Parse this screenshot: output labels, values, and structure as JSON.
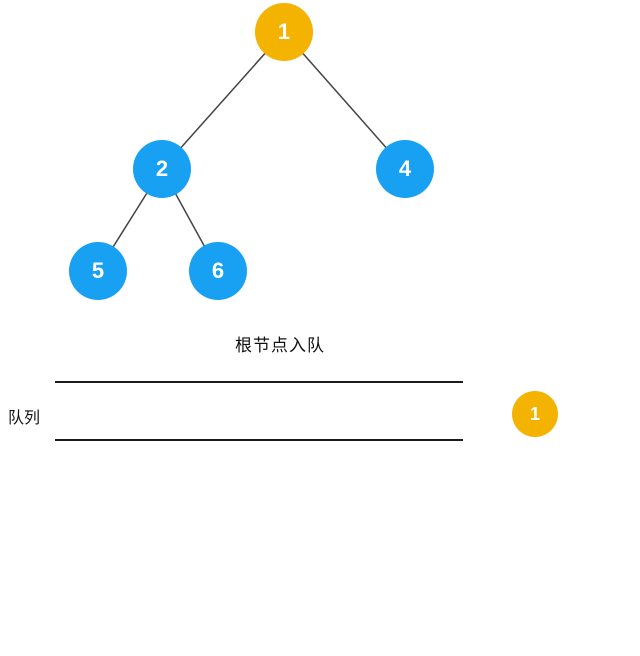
{
  "colors": {
    "node_orange": "#F5B301",
    "node_blue": "#18A1F2",
    "edge": "#444444",
    "queue_line": "#1C1C1C",
    "text": "#111111"
  },
  "caption": "根节点入队",
  "tree": {
    "nodes": [
      {
        "id": "1",
        "label": "1",
        "fill": "#F5B301"
      },
      {
        "id": "2",
        "label": "2",
        "fill": "#18A1F2"
      },
      {
        "id": "4",
        "label": "4",
        "fill": "#18A1F2"
      },
      {
        "id": "5",
        "label": "5",
        "fill": "#18A1F2"
      },
      {
        "id": "6",
        "label": "6",
        "fill": "#18A1F2"
      }
    ],
    "edges": [
      {
        "from": "1",
        "to": "2"
      },
      {
        "from": "1",
        "to": "4"
      },
      {
        "from": "2",
        "to": "5"
      },
      {
        "from": "2",
        "to": "6"
      }
    ]
  },
  "queue": {
    "label": "队列",
    "items": [
      {
        "label": "1",
        "fill": "#F5B301"
      }
    ]
  }
}
